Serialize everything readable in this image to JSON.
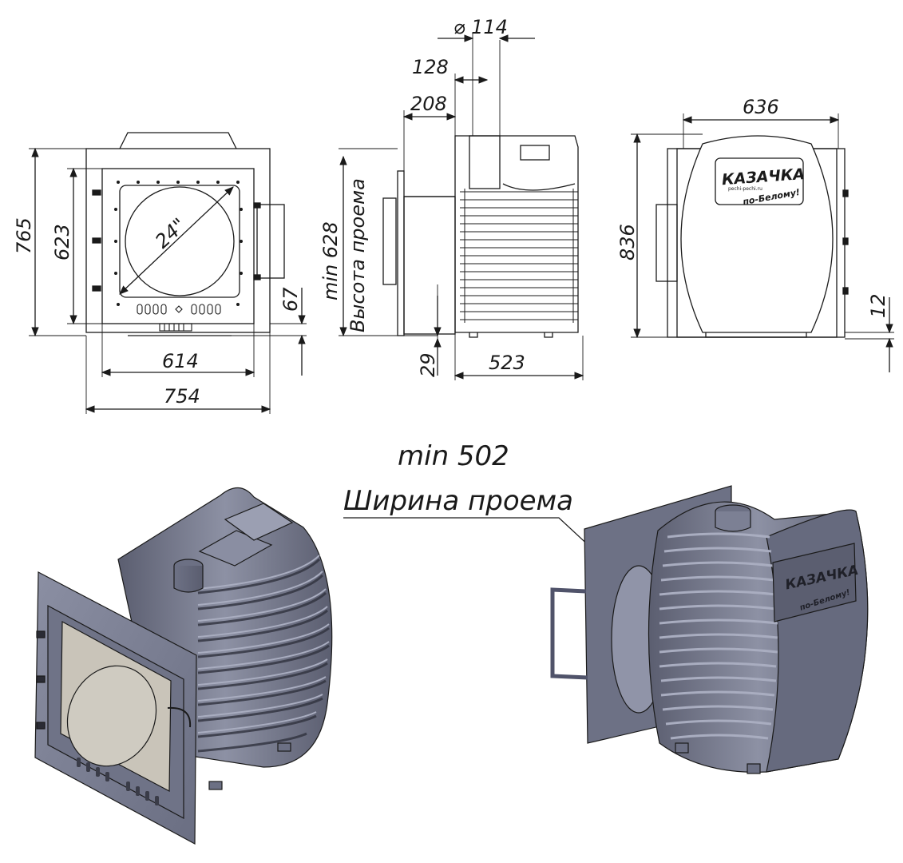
{
  "front_view": {
    "dims": {
      "height_total": "765",
      "height_frame": "623",
      "glass_diag": "24\"",
      "bottom_offset": "67",
      "width_frame": "614",
      "width_total": "754"
    }
  },
  "side_view": {
    "dims": {
      "flue_diameter": "⌀ 114",
      "flue_offset": "128",
      "front_offset": "208",
      "opening_height": "min 628",
      "opening_height_label": "Высота проема",
      "leg_height": "29",
      "body_depth": "523"
    }
  },
  "rear_view": {
    "dims": {
      "body_width": "636",
      "height": "836",
      "foot": "12"
    },
    "brand": {
      "name": "КАЗАЧКА",
      "tagline": "по-Белому!",
      "url": "pechi-pechi.ru"
    }
  },
  "opening_width": {
    "value": "min 502",
    "label": "Ширина проема"
  },
  "colors": {
    "line": "#1a1a1a",
    "metal_dark": "#55586a",
    "metal_mid": "#7c8094",
    "metal_light": "#aeb2c4",
    "glass": "#c9c4b9"
  }
}
